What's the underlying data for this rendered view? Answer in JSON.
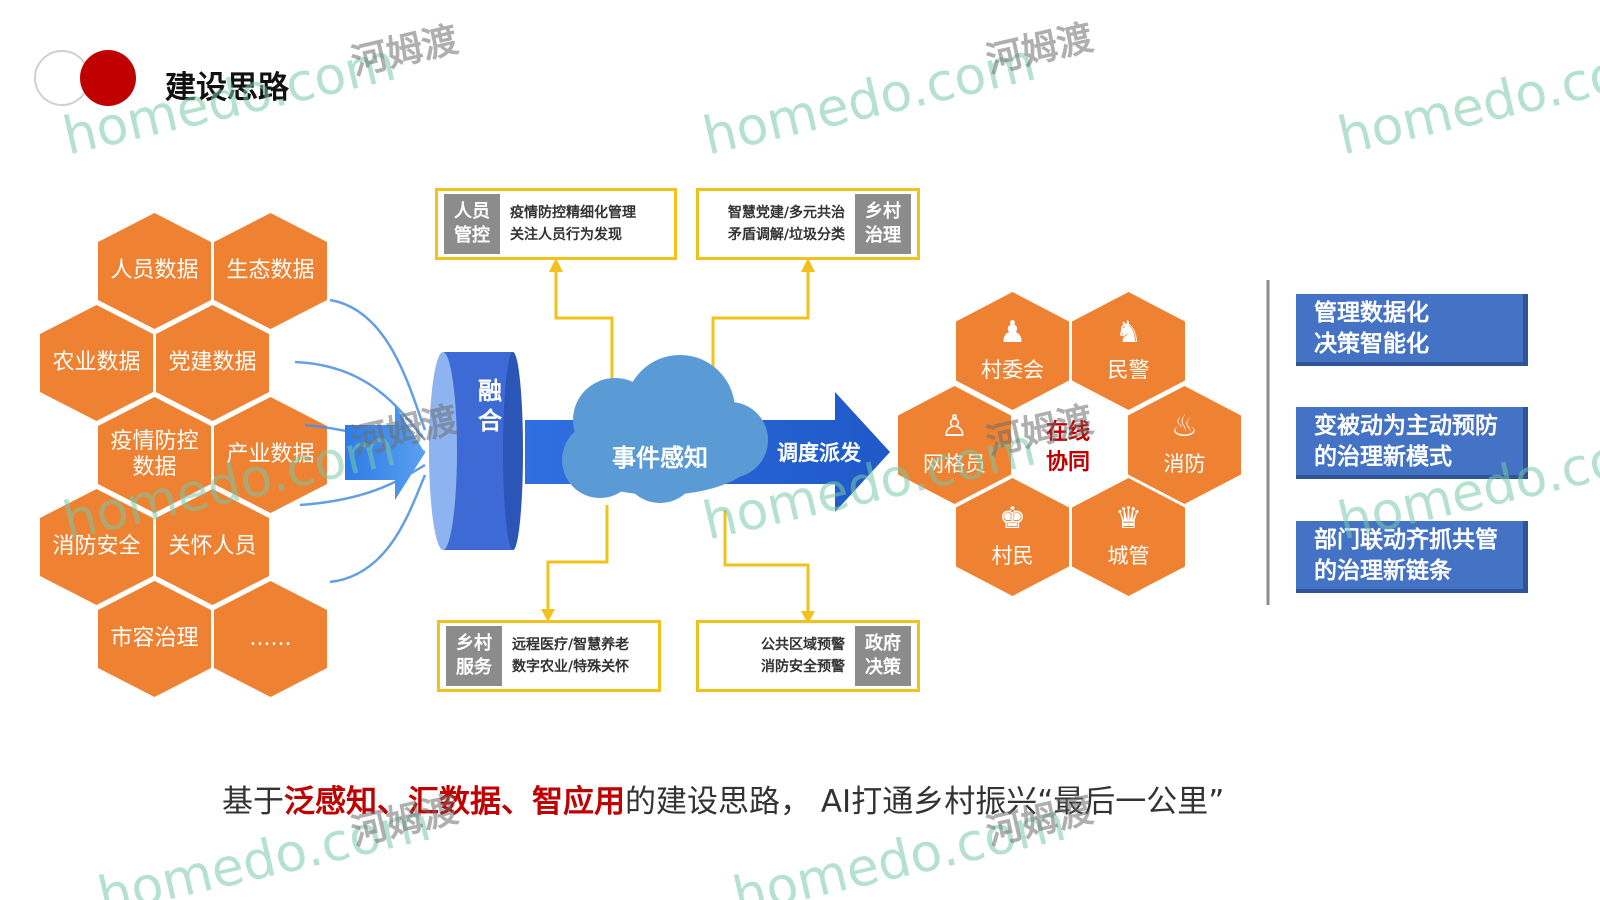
{
  "title": "建设思路",
  "data_hexes": [
    "人员数据",
    "生态数据",
    "农业数据",
    "党建数据",
    "疫情防控数据",
    "产业数据",
    "消防安全",
    "关怀人员",
    "市容治理",
    "......"
  ],
  "fusion": "融合",
  "cloud": "事件感知",
  "dispatch": "调度派发",
  "boxes": {
    "top_left": {
      "tag": "人员管控",
      "lines": [
        "疫情防控精细化管理",
        "关注人员行为发现"
      ]
    },
    "top_right": {
      "tag": "乡村治理",
      "lines": [
        "智慧党建/多元共治",
        "矛盾调解/垃圾分类"
      ]
    },
    "bottom_left": {
      "tag": "乡村服务",
      "lines": [
        "远程医疗/智慧养老",
        "数字农业/特殊关怀"
      ]
    },
    "bottom_right": {
      "tag": "政府决策",
      "lines": [
        "公共区域预警",
        "消防安全预警"
      ]
    }
  },
  "collab": {
    "center": "在线协同",
    "roles": [
      "村委会",
      "民警",
      "网格员",
      "消防",
      "村民",
      "城管"
    ]
  },
  "right_items": [
    "管理数据化决策智能化",
    "变被动为主动预防的治理新模式",
    "部门联动齐抓共管的治理新链条"
  ],
  "bottom": {
    "p1": "基于",
    "p2": "泛感知、汇数据、智应用",
    "p3": "的建设思路，  AI打通乡村振兴“最后一公里”"
  },
  "watermark": {
    "en": "homedo.com",
    "cn": "河姆渡"
  },
  "colors": {
    "orange": "#ee8232",
    "blue": "#4472c4",
    "red": "#c00000",
    "yellow": "#f2c11b"
  }
}
